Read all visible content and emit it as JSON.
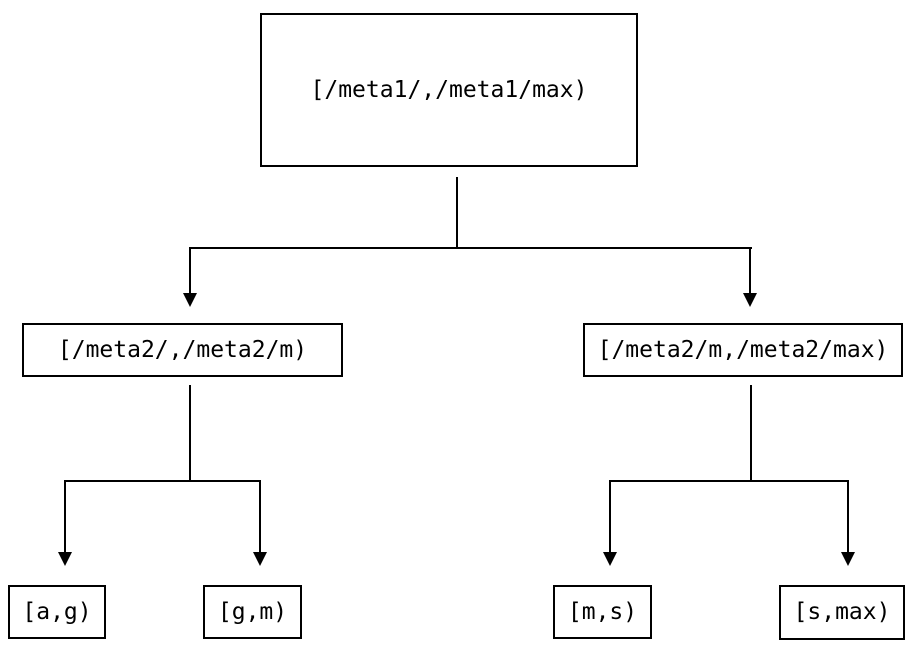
{
  "diagram": {
    "type": "binary-interval-tree",
    "colors": {
      "background": "#ffffff",
      "line": "#000000",
      "box_border": "#000000",
      "text": "#000000"
    },
    "nodes": {
      "root": {
        "label": "[/meta1/,/meta1/max)"
      },
      "l2_left": {
        "label": "[/meta2/,/meta2/m)"
      },
      "l2_right": {
        "label": "[/meta2/m,/meta2/max)"
      },
      "leaf_ag": {
        "label": "[a,g)"
      },
      "leaf_gm": {
        "label": "[g,m)"
      },
      "leaf_ms": {
        "label": "[m,s)"
      },
      "leaf_smax": {
        "label": "[s,max)"
      }
    },
    "edges": [
      {
        "from": "root",
        "to": "l2_left"
      },
      {
        "from": "root",
        "to": "l2_right"
      },
      {
        "from": "l2_left",
        "to": "leaf_ag"
      },
      {
        "from": "l2_left",
        "to": "leaf_gm"
      },
      {
        "from": "l2_right",
        "to": "leaf_ms"
      },
      {
        "from": "l2_right",
        "to": "leaf_smax"
      }
    ]
  }
}
